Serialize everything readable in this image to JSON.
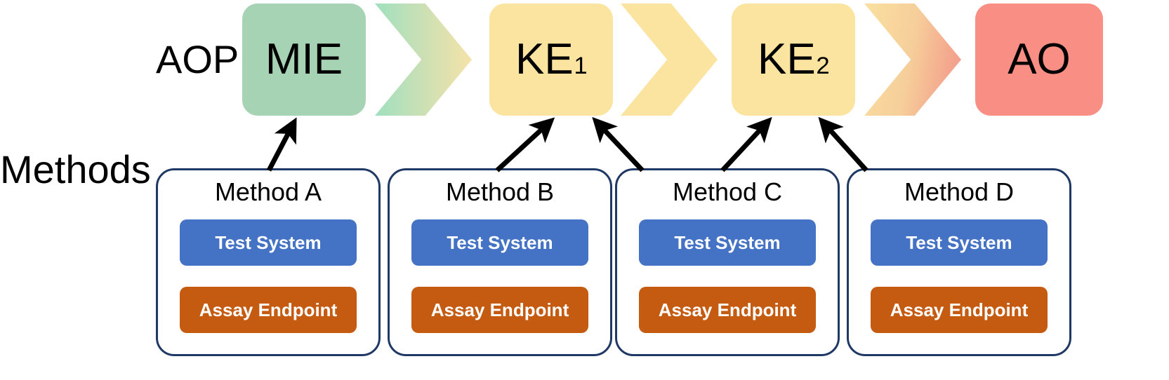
{
  "diagram": {
    "rows": {
      "aop_label": "AOP",
      "methods_label": "Methods"
    },
    "aop_nodes": [
      {
        "id": "mie",
        "label": "MIE",
        "subscript": "",
        "color": "#A6D3B3"
      },
      {
        "id": "ke1",
        "label": "KE",
        "subscript": "1",
        "color": "#FBE3A0"
      },
      {
        "id": "ke2",
        "label": "KE",
        "subscript": "2",
        "color": "#FBE3A0"
      },
      {
        "id": "ao",
        "label": "AO",
        "subscript": "",
        "color": "#F98E84"
      }
    ],
    "connectors": [
      {
        "id": "chevron-1",
        "from": "mie",
        "to": "ke1",
        "fill": "gradient-green-yellow"
      },
      {
        "id": "chevron-2",
        "from": "ke1",
        "to": "ke2",
        "fill": "#FBE3A0"
      },
      {
        "id": "chevron-3",
        "from": "ke2",
        "to": "ao",
        "fill": "gradient-yellow-salmon"
      }
    ],
    "methods": [
      {
        "id": "method-a",
        "title": "Method A",
        "test_system": "Test System",
        "assay_endpoint": "Assay Endpoint"
      },
      {
        "id": "method-b",
        "title": "Method B",
        "test_system": "Test System",
        "assay_endpoint": "Assay Endpoint"
      },
      {
        "id": "method-c",
        "title": "Method C",
        "test_system": "Test System",
        "assay_endpoint": "Assay Endpoint"
      },
      {
        "id": "method-d",
        "title": "Method D",
        "test_system": "Test System",
        "assay_endpoint": "Assay Endpoint"
      }
    ],
    "mappings": [
      {
        "from": "method-a",
        "to": "mie"
      },
      {
        "from": "method-b",
        "to": "ke1"
      },
      {
        "from": "method-c",
        "to": "ke1"
      },
      {
        "from": "method-c",
        "to": "ke2"
      },
      {
        "from": "method-d",
        "to": "ke2"
      }
    ],
    "colors": {
      "mie_green": "#A6D3B3",
      "ke_yellow": "#FBE3A0",
      "ao_salmon": "#F98E84",
      "test_system_blue": "#4472C4",
      "assay_endpoint_orange": "#C55A11",
      "card_border_navy": "#1F3864",
      "arrow_black": "#000000",
      "background": "#FFFFFF"
    }
  }
}
